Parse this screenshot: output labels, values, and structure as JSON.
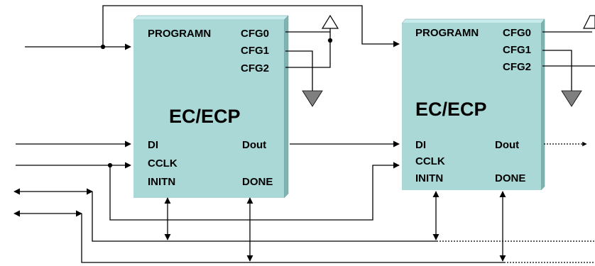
{
  "chips": [
    {
      "title": "EC/ECP",
      "pins": {
        "programn": "PROGRAMN",
        "cfg0": "CFG0",
        "cfg1": "CFG1",
        "cfg2": "CFG2",
        "di": "DI",
        "cclk": "CCLK",
        "initn": "INITN",
        "dout": "Dout",
        "done": "DONE"
      }
    },
    {
      "title": "EC/ECP",
      "pins": {
        "programn": "PROGRAMN",
        "cfg0": "CFG0",
        "cfg1": "CFG1",
        "cfg2": "CFG2",
        "di": "DI",
        "cclk": "CCLK",
        "initn": "INITN",
        "dout": "Dout",
        "done": "DONE"
      }
    }
  ],
  "colors": {
    "chip_face": "#a9d8d6",
    "chip_top": "#c7eceb",
    "chip_side": "#7fb3b1",
    "ground": "#7f7f7f",
    "wire": "#000000"
  }
}
